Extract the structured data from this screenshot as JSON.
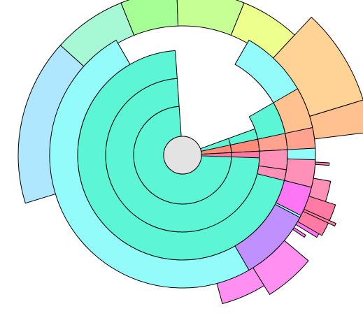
{
  "diagram": {
    "type": "sunburst",
    "center": {
      "fill": "#e3e3e3",
      "label": ""
    },
    "colors": {
      "mint": "#5cf5d6",
      "cyan": "#93fbf9",
      "light_blue": "#aee7ff",
      "sea_green": "#a6f9d4",
      "light_green": "#a6ff94",
      "pale_green": "#c6ff93",
      "yellow": "#edff8c",
      "orange": "#ffd295",
      "peach": "#ffc190",
      "salmon": "#ffa290",
      "coral": "#ff8a7a",
      "pink": "#ff7ba6",
      "rose": "#ff90b8",
      "magenta": "#ff76f4",
      "orchid": "#ff90f2",
      "violet": "#c090ff"
    },
    "segments": [
      {
        "name": "level1-main",
        "level": 1,
        "start": -20,
        "end": 266,
        "color": "mint"
      },
      {
        "name": "level1-coral",
        "level": 1,
        "start": -12,
        "end": -3,
        "color": "coral"
      },
      {
        "name": "level1-pink",
        "level": 1,
        "start": -3,
        "end": 2,
        "color": "pink"
      },
      {
        "name": "level2-main",
        "level": 2,
        "start": -20,
        "end": 266,
        "color": "mint"
      },
      {
        "name": "level2-coral",
        "level": 2,
        "start": -12,
        "end": -3,
        "color": "coral"
      },
      {
        "name": "level2-pink",
        "level": 2,
        "start": -3,
        "end": 2,
        "color": "pink"
      },
      {
        "name": "level3-main",
        "level": 3,
        "start": -30,
        "end": 266,
        "color": "mint"
      },
      {
        "name": "level3-coral",
        "level": 3,
        "start": -12,
        "end": -3,
        "color": "salmon"
      },
      {
        "name": "level3-pink-a",
        "level": 3,
        "start": -3,
        "end": 8,
        "color": "rose"
      },
      {
        "name": "level3-pink-b",
        "level": 3,
        "start": 8,
        "end": 14,
        "color": "rose"
      },
      {
        "name": "level4-cyan",
        "level": 4,
        "start": -60,
        "end": 240,
        "color": "cyan"
      },
      {
        "name": "level4-orange",
        "level": 4,
        "start": -30,
        "end": -6,
        "color": "peach"
      },
      {
        "name": "level4-salmon",
        "level": 4,
        "start": -12,
        "end": -3,
        "color": "salmon"
      },
      {
        "name": "level4-rose",
        "level": 4,
        "start": 2,
        "end": 14,
        "color": "rose"
      },
      {
        "name": "level4-magenta",
        "level": 4,
        "start": 14,
        "end": 27,
        "color": "magenta"
      },
      {
        "name": "level4-violet",
        "level": 4,
        "start": 28,
        "end": 60,
        "color": "violet"
      },
      {
        "name": "level5-light-blue",
        "level": 5,
        "start": 0,
        "end": 0,
        "color": "light_blue"
      },
      {
        "name": "level5-sea-green",
        "level": 5,
        "start": 0,
        "end": 0,
        "color": "sea_green"
      },
      {
        "name": "level5-light-green",
        "level": 5,
        "start": 0,
        "end": 0,
        "color": "light_green"
      },
      {
        "name": "level5-pale-green",
        "level": 5,
        "start": 0,
        "end": 0,
        "color": "pale_green"
      },
      {
        "name": "level5-yellow",
        "level": 5,
        "start": 0,
        "end": 0,
        "color": "yellow"
      },
      {
        "name": "level5-orange",
        "level": 5,
        "start": 0,
        "end": 0,
        "color": "orange"
      }
    ],
    "outer_sectors": [
      {
        "name": "outer-light-blue",
        "start": 163,
        "end": 222,
        "r1": 185,
        "r2": 235,
        "color": "light_blue"
      },
      {
        "name": "outer-sea-green",
        "start": 222,
        "end": 248,
        "r1": 185,
        "r2": 235,
        "color": "sea_green"
      },
      {
        "name": "outer-light-green",
        "start": 248,
        "end": 268,
        "r1": 185,
        "r2": 235,
        "color": "light_green"
      },
      {
        "name": "outer-pale-green",
        "start": 268,
        "end": 292,
        "r1": 185,
        "r2": 235,
        "color": "pale_green"
      },
      {
        "name": "outer-yellow",
        "start": 292,
        "end": 313,
        "r1": 185,
        "r2": 235,
        "color": "yellow"
      },
      {
        "name": "outer-orange",
        "start": 313,
        "end": 343,
        "r1": 150,
        "r2": 270,
        "color": "orange"
      },
      {
        "name": "outer-peach",
        "start": 343,
        "end": 353,
        "r1": 130,
        "r2": 270,
        "color": "peach"
      },
      {
        "name": "outer-salmon",
        "start": 353,
        "end": 357,
        "r1": 95,
        "r2": 175,
        "color": "salmon"
      },
      {
        "name": "outer-pink-a",
        "start": 10,
        "end": 18,
        "r1": 110,
        "r2": 215,
        "color": "rose"
      },
      {
        "name": "outer-pink-b",
        "start": 18,
        "end": 30,
        "r1": 100,
        "r2": 230,
        "color": "pink"
      },
      {
        "name": "outer-magenta",
        "start": 40,
        "end": 58,
        "r1": 120,
        "r2": 235,
        "color": "orchid"
      },
      {
        "name": "outer-orchid",
        "start": 58,
        "end": 75,
        "r1": 120,
        "r2": 220,
        "color": "orchid"
      }
    ]
  }
}
